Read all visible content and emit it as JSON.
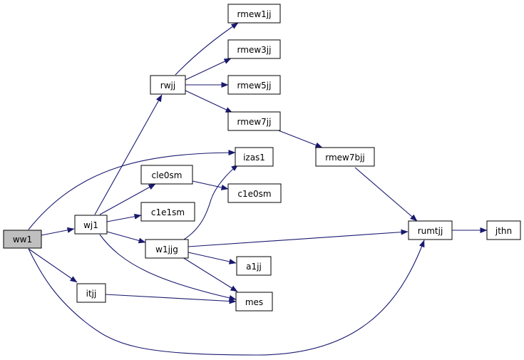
{
  "colors": {
    "edge": "#191970",
    "node_fill": "#ffffff",
    "root_fill": "#bfbfbf",
    "border": "#000000",
    "text": "#000000"
  },
  "nodes": {
    "ww1": "ww1",
    "wj1": "wj1",
    "itjj": "itjj",
    "rwjj": "rwjj",
    "cle0sm": "cle0sm",
    "c1e1sm": "c1e1sm",
    "w1jjg": "w1jjg",
    "rmew1jj": "rmew1jj",
    "rmew3jj": "rmew3jj",
    "rmew5jj": "rmew5jj",
    "rmew7jj": "rmew7jj",
    "izas1": "izas1",
    "c1e0sm": "c1e0sm",
    "a1jj": "a1jj",
    "mes": "mes",
    "rmew7bjj": "rmew7bjj",
    "rumtjj": "rumtjj",
    "jthn": "jthn"
  },
  "edges": [
    [
      "ww1",
      "wj1"
    ],
    [
      "ww1",
      "itjj"
    ],
    [
      "ww1",
      "izas1"
    ],
    [
      "ww1",
      "rumtjj"
    ],
    [
      "wj1",
      "rwjj"
    ],
    [
      "wj1",
      "cle0sm"
    ],
    [
      "wj1",
      "c1e1sm"
    ],
    [
      "wj1",
      "w1jjg"
    ],
    [
      "wj1",
      "mes"
    ],
    [
      "rwjj",
      "rmew1jj"
    ],
    [
      "rwjj",
      "rmew3jj"
    ],
    [
      "rwjj",
      "rmew5jj"
    ],
    [
      "rwjj",
      "rmew7jj"
    ],
    [
      "rmew7jj",
      "rmew7bjj"
    ],
    [
      "rmew7bjj",
      "rumtjj"
    ],
    [
      "cle0sm",
      "c1e0sm"
    ],
    [
      "w1jjg",
      "izas1"
    ],
    [
      "w1jjg",
      "rumtjj"
    ],
    [
      "w1jjg",
      "a1jj"
    ],
    [
      "w1jjg",
      "mes"
    ],
    [
      "itjj",
      "mes"
    ],
    [
      "rumtjj",
      "jthn"
    ]
  ]
}
